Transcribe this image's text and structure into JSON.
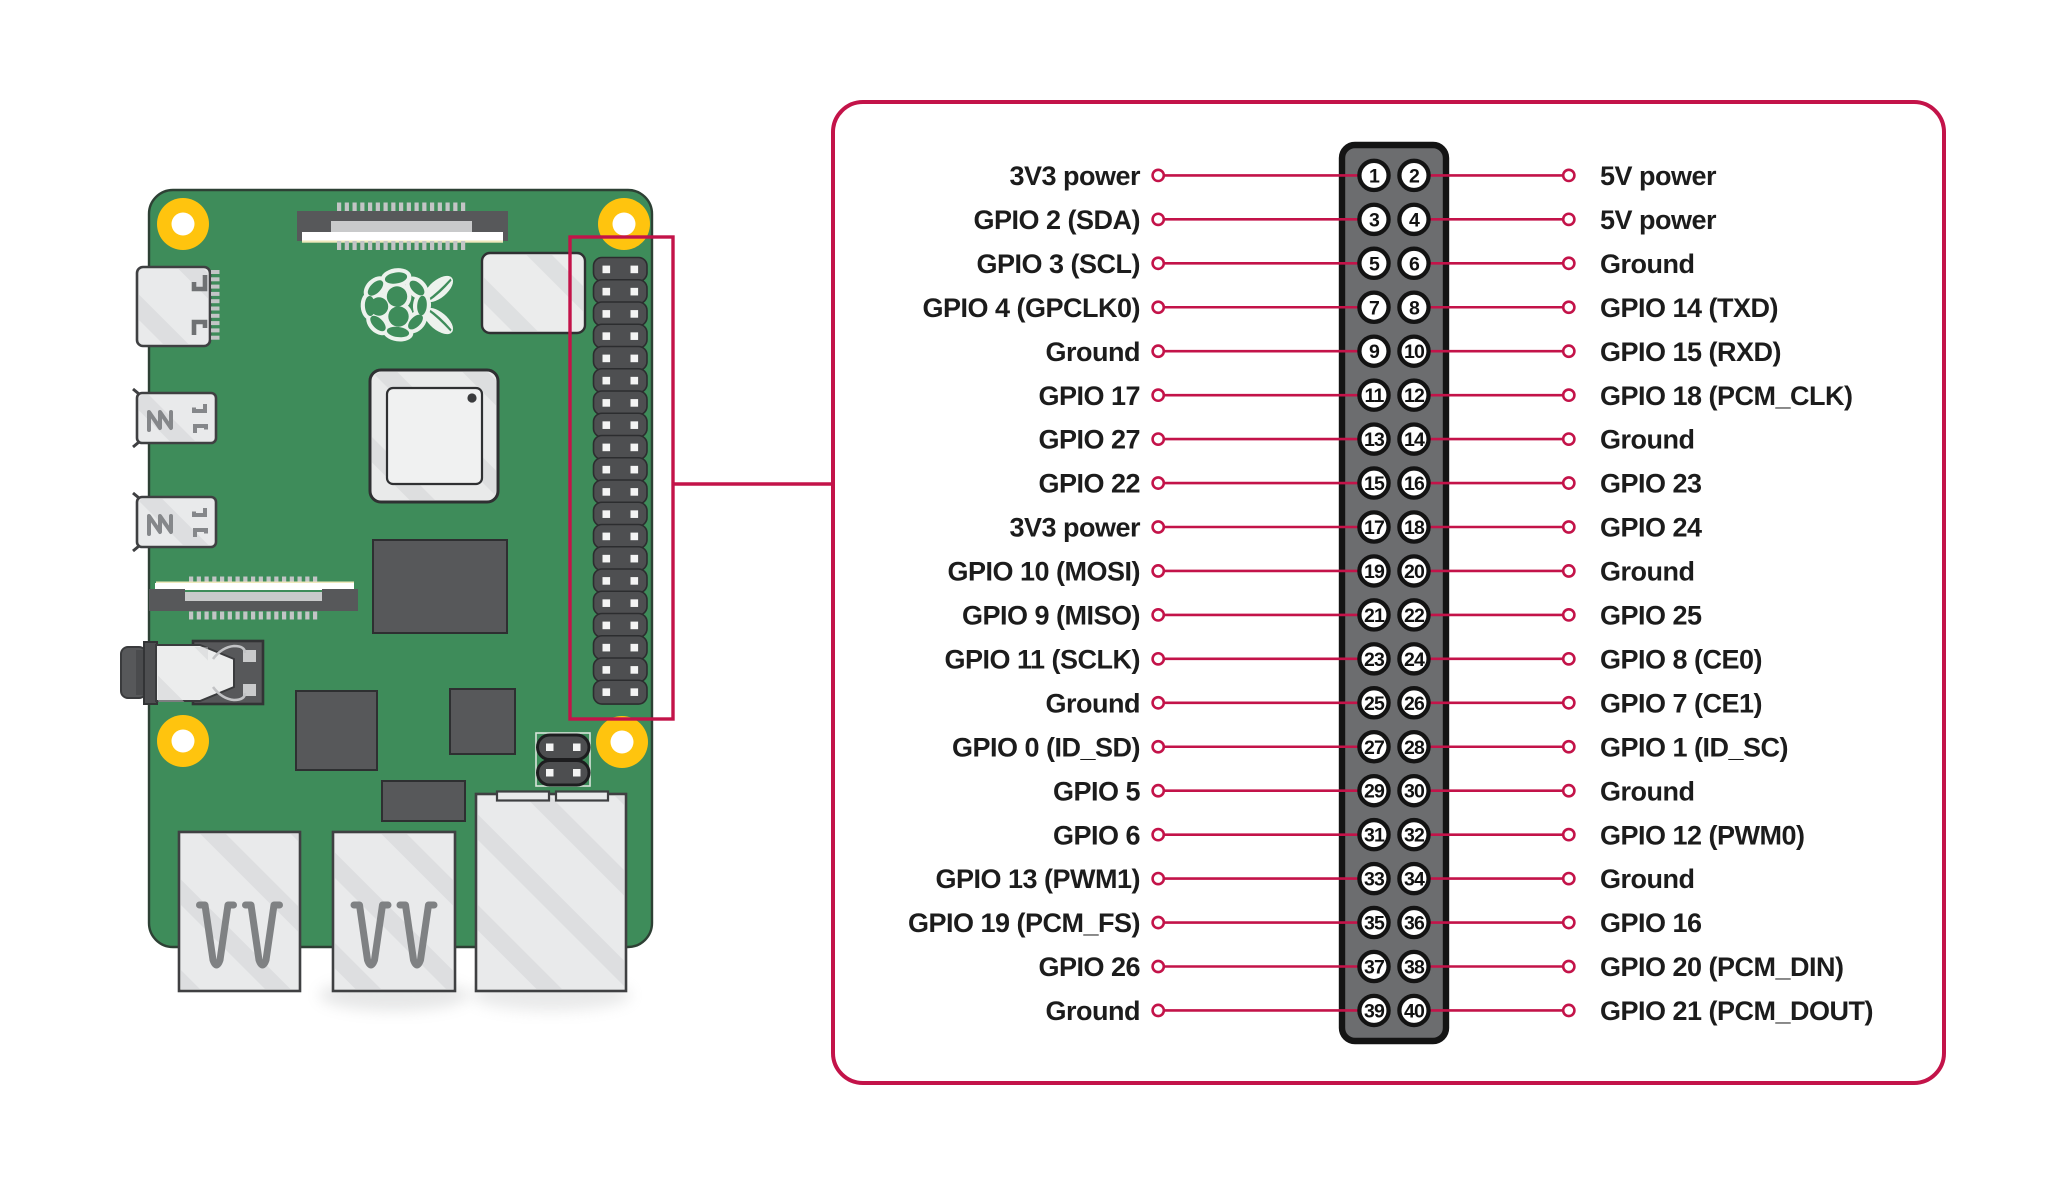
{
  "figure": {
    "name": "Raspberry Pi GPIO pinout diagram",
    "board": {
      "components": [
        "raspberry-pi-logo",
        "mounting-hole",
        "display-ribbon-connector",
        "usb-c-power-port",
        "micro-hdmi-port",
        "camera-ribbon-connector",
        "audio-jack",
        "soc-chip",
        "wireless-module",
        "ram-chip",
        "usb-controller-chip",
        "poe-header",
        "usb-2-port-stack",
        "usb-3-port-stack",
        "ethernet-port",
        "gpio-header-strip",
        "gpio-highlight-frame"
      ]
    },
    "callout": {
      "shape": "rounded-rectangle",
      "contains": "40-pin GPIO header map"
    }
  },
  "colors": {
    "crimson": "#c31349",
    "board_green": "#3e8c5a",
    "board_edge": "#2d4034",
    "hole_yellow": "#ffc40e",
    "header_gray": "#6c6d6f",
    "pin_gray": "#4e4f51",
    "chip_gray": "#57585a",
    "port_gray": "#e9eaeb",
    "port_stroke": "#3f4042",
    "teeth_gray": "#c3c5c6",
    "text": "#1c1c1c"
  },
  "pins": {
    "left": [
      {
        "pin": "1",
        "label": "3V3 power"
      },
      {
        "pin": "3",
        "label": "GPIO 2 (SDA)"
      },
      {
        "pin": "5",
        "label": "GPIO 3 (SCL)"
      },
      {
        "pin": "7",
        "label": "GPIO 4 (GPCLK0)"
      },
      {
        "pin": "9",
        "label": "Ground"
      },
      {
        "pin": "11",
        "label": "GPIO 17"
      },
      {
        "pin": "13",
        "label": "GPIO 27"
      },
      {
        "pin": "15",
        "label": "GPIO 22"
      },
      {
        "pin": "17",
        "label": "3V3 power"
      },
      {
        "pin": "19",
        "label": "GPIO 10 (MOSI)"
      },
      {
        "pin": "21",
        "label": "GPIO 9 (MISO)"
      },
      {
        "pin": "23",
        "label": "GPIO 11 (SCLK)"
      },
      {
        "pin": "25",
        "label": "Ground"
      },
      {
        "pin": "27",
        "label": "GPIO 0 (ID_SD)"
      },
      {
        "pin": "29",
        "label": "GPIO 5"
      },
      {
        "pin": "31",
        "label": "GPIO 6"
      },
      {
        "pin": "33",
        "label": "GPIO 13 (PWM1)"
      },
      {
        "pin": "35",
        "label": "GPIO 19 (PCM_FS)"
      },
      {
        "pin": "37",
        "label": "GPIO 26"
      },
      {
        "pin": "39",
        "label": "Ground"
      }
    ],
    "right": [
      {
        "pin": "2",
        "label": "5V power"
      },
      {
        "pin": "4",
        "label": "5V power"
      },
      {
        "pin": "6",
        "label": "Ground"
      },
      {
        "pin": "8",
        "label": "GPIO 14 (TXD)"
      },
      {
        "pin": "10",
        "label": "GPIO 15 (RXD)"
      },
      {
        "pin": "12",
        "label": "GPIO 18 (PCM_CLK)"
      },
      {
        "pin": "14",
        "label": "Ground"
      },
      {
        "pin": "16",
        "label": "GPIO 23"
      },
      {
        "pin": "18",
        "label": "GPIO 24"
      },
      {
        "pin": "20",
        "label": "Ground"
      },
      {
        "pin": "22",
        "label": "GPIO 25"
      },
      {
        "pin": "24",
        "label": "GPIO 8 (CE0)"
      },
      {
        "pin": "26",
        "label": "GPIO 7 (CE1)"
      },
      {
        "pin": "28",
        "label": "GPIO 1 (ID_SC)"
      },
      {
        "pin": "30",
        "label": "Ground"
      },
      {
        "pin": "32",
        "label": "GPIO 12 (PWM0)"
      },
      {
        "pin": "34",
        "label": "Ground"
      },
      {
        "pin": "36",
        "label": "GPIO 16"
      },
      {
        "pin": "38",
        "label": "GPIO 20 (PCM_DIN)"
      },
      {
        "pin": "40",
        "label": "GPIO 21 (PCM_DOUT)"
      }
    ]
  }
}
